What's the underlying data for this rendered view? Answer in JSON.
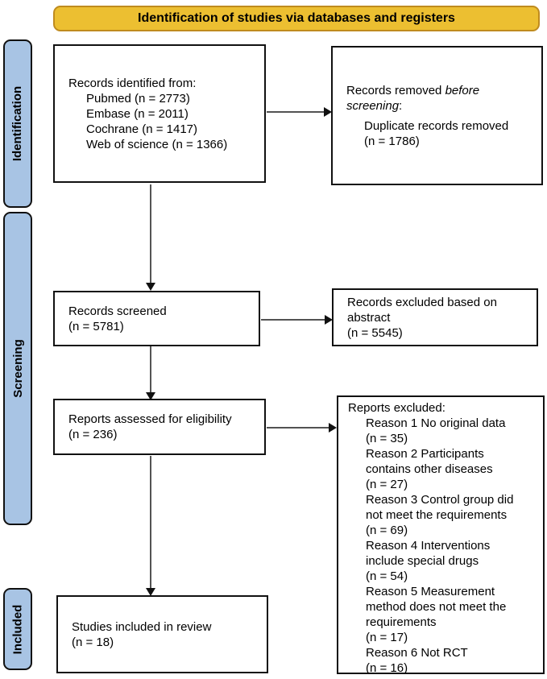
{
  "banner": {
    "label": "Identification of studies via databases and registers"
  },
  "sidebar": {
    "identification": "Identification",
    "screening": "Screening",
    "included": "Included"
  },
  "boxes": {
    "records_identified": {
      "title": "Records identified from:",
      "items": [
        "Pubmed (n = 2773)",
        "Embase (n = 2011)",
        "Cochrane (n = 1417)",
        "Web of science (n = 1366)"
      ]
    },
    "records_removed": {
      "title_pre": "Records removed ",
      "title_italic_1": "before",
      "title_italic_2": "screening",
      "title_suffix": ":",
      "lines": [
        "Duplicate records removed",
        "(n = 1786)"
      ]
    },
    "records_screened": {
      "lines": [
        "Records screened",
        "(n = 5781)"
      ]
    },
    "records_excluded_abstract": {
      "lines": [
        "Records excluded based on",
        "abstract",
        "(n = 5545)"
      ]
    },
    "reports_assessed": {
      "lines": [
        "Reports assessed for eligibility",
        "(n = 236)"
      ]
    },
    "reports_excluded": {
      "title": "Reports excluded:",
      "lines": [
        "Reason 1 No original data",
        "(n = 35)",
        "Reason 2 Participants",
        "contains other diseases",
        "(n = 27)",
        "Reason 3 Control group did",
        "not meet the requirements",
        "(n = 69)",
        "Reason 4 Interventions",
        "include special drugs",
        "(n = 54)",
        "Reason 5 Measurement",
        "method does not meet the",
        "requirements",
        "(n = 17)",
        "Reason 6 Not RCT",
        "(n = 16)"
      ]
    },
    "studies_included": {
      "lines": [
        "Studies included in review",
        "(n = 18)"
      ]
    }
  },
  "colors": {
    "banner_fill": "#ecbf31",
    "banner_border": "#bf8b1e",
    "sidebar_fill": "#a8c4e4",
    "box_border": "#111111",
    "arrow": "#1a1a1a"
  }
}
